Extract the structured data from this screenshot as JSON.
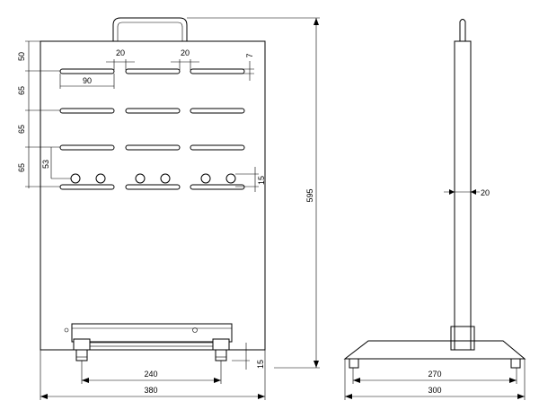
{
  "front_view": {
    "top_margin": "50",
    "slot_pitch_1": "65",
    "slot_pitch_2": "65",
    "slot_pitch_3": "65",
    "pin_row_offset": "53",
    "gap_left": "20",
    "gap_right": "20",
    "slot_width": "7",
    "slot_length": "90",
    "pin_height": "15",
    "overall_height": "595",
    "foot_spacing": "240",
    "overall_width": "380",
    "foot_height": "15"
  },
  "side_view": {
    "plate_thickness": "20",
    "foot_spacing": "270",
    "overall_width": "300"
  }
}
